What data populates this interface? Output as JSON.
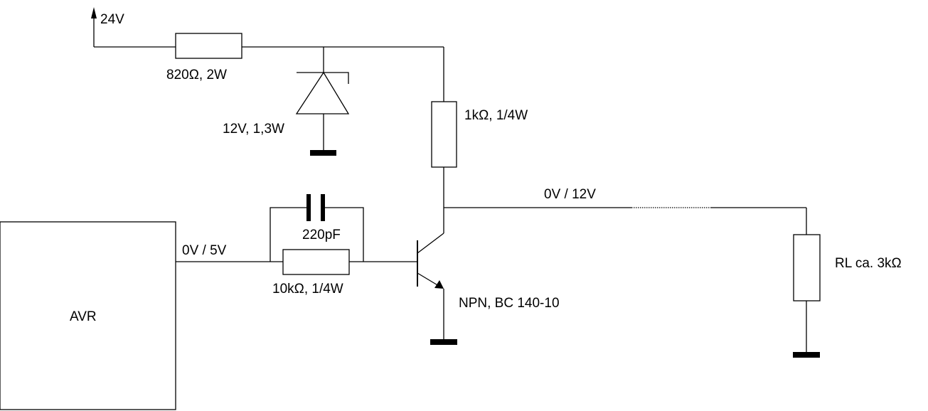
{
  "supply": {
    "label": "24V"
  },
  "series_resistor": {
    "label": "820Ω, 2W"
  },
  "zener_diode": {
    "label": "12V, 1,3W"
  },
  "collector_resistor": {
    "label": "1kΩ, 1/4W"
  },
  "output_line": {
    "label": "0V / 12V"
  },
  "load_resistor": {
    "label": "RL ca. 3kΩ"
  },
  "capacitor": {
    "label": "220pF"
  },
  "base_resistor": {
    "label": "10kΩ, 1/4W"
  },
  "transistor": {
    "label": "NPN, BC 140-10"
  },
  "mcu_output": {
    "label": "0V / 5V"
  },
  "mcu": {
    "label": "AVR"
  }
}
